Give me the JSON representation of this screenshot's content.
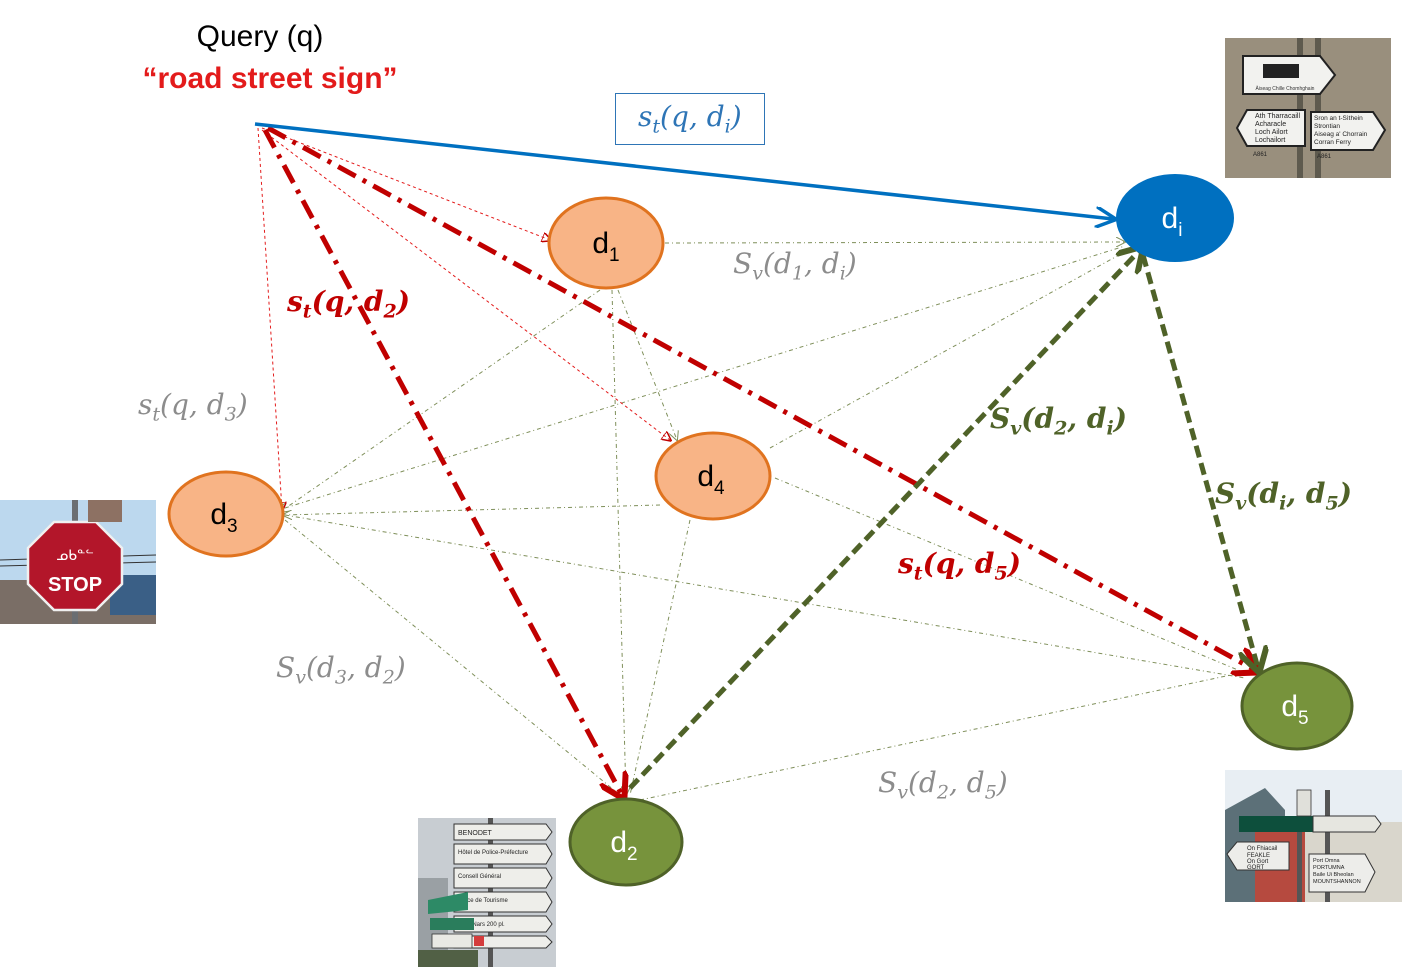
{
  "query": {
    "title": "Query (q)",
    "text": "“road street sign”"
  },
  "nodes": [
    {
      "id": "d1",
      "base": "d",
      "sub": "1",
      "fill": "#f8b486",
      "stroke": "#e0731f",
      "text": "#000000"
    },
    {
      "id": "di",
      "base": "d",
      "sub": "i",
      "fill": "#0070c0",
      "stroke": "#0070c0",
      "text": "#ffffff"
    },
    {
      "id": "d3",
      "base": "d",
      "sub": "3",
      "fill": "#f8b486",
      "stroke": "#e0731f",
      "text": "#000000"
    },
    {
      "id": "d4",
      "base": "d",
      "sub": "4",
      "fill": "#f8b486",
      "stroke": "#e0731f",
      "text": "#000000"
    },
    {
      "id": "d2",
      "base": "d",
      "sub": "2",
      "fill": "#77933c",
      "stroke": "#4f6228",
      "text": "#ffffff"
    },
    {
      "id": "d5",
      "base": "d",
      "sub": "5",
      "fill": "#77933c",
      "stroke": "#4f6228",
      "text": "#ffffff"
    }
  ],
  "labels": {
    "st_q_di": {
      "fn": "s",
      "fs": "t",
      "a": "q",
      "b": "d",
      "bs": "i"
    },
    "sv_d1_di": {
      "fn": "S",
      "fs": "v",
      "a": "d",
      "as": "1",
      "b": "d",
      "bs": "i"
    },
    "st_q_d2": {
      "fn": "s",
      "fs": "t",
      "a": "q",
      "b": "d",
      "bs": "2"
    },
    "st_q_d3": {
      "fn": "s",
      "fs": "t",
      "a": "q",
      "b": "d",
      "bs": "3"
    },
    "sv_d2_di": {
      "fn": "S",
      "fs": "v",
      "a": "d",
      "as": "2",
      "b": "d",
      "bs": "i"
    },
    "sv_di_d5": {
      "fn": "S",
      "fs": "v",
      "a": "d",
      "as": "i",
      "b": "d",
      "bs": "5"
    },
    "st_q_d5": {
      "fn": "s",
      "fs": "t",
      "a": "q",
      "b": "d",
      "bs": "5"
    },
    "sv_d3_d2": {
      "fn": "S",
      "fs": "v",
      "a": "d",
      "as": "3",
      "b": "d",
      "bs": "2"
    },
    "sv_d2_d5": {
      "fn": "S",
      "fs": "v",
      "a": "d",
      "as": "2",
      "b": "d",
      "bs": "5"
    }
  },
  "photos": {
    "di": {
      "sign_top": "Àiseag Chille Chomhghain",
      "sign_left": [
        "Ath Tharracaill",
        "Acharacle",
        "Loch Ailort",
        "Lochailort",
        "A861"
      ],
      "sign_right": [
        "Sron an t-Sìthein",
        "Strontian",
        "Aiseag a' Chorrain",
        "Corran Ferry",
        "A861"
      ]
    },
    "d3": {
      "sign": "STOP",
      "syllabics": "ᓄᑲᓐᓪ"
    },
    "d2": {
      "signs": [
        "BENODET",
        "Hôtel de Police-Préfecture",
        "Consell Général",
        "Office de Tourisme",
        "Le Nars 200 pl."
      ]
    },
    "d5": {
      "signs": [
        "On Fhiacail",
        "FEAKLE",
        "On Gort",
        "GORT",
        "Port Omna",
        "PORTUMNA",
        "Baile Ui Bheolan",
        "MOUNTSHANNON"
      ]
    }
  },
  "colors": {
    "query_red": "#e31b1b",
    "arrow_red": "#c00000",
    "arrow_green": "#4f6228",
    "arrow_blue": "#0070c0",
    "thin_gray_green": "#7f8f5a"
  }
}
